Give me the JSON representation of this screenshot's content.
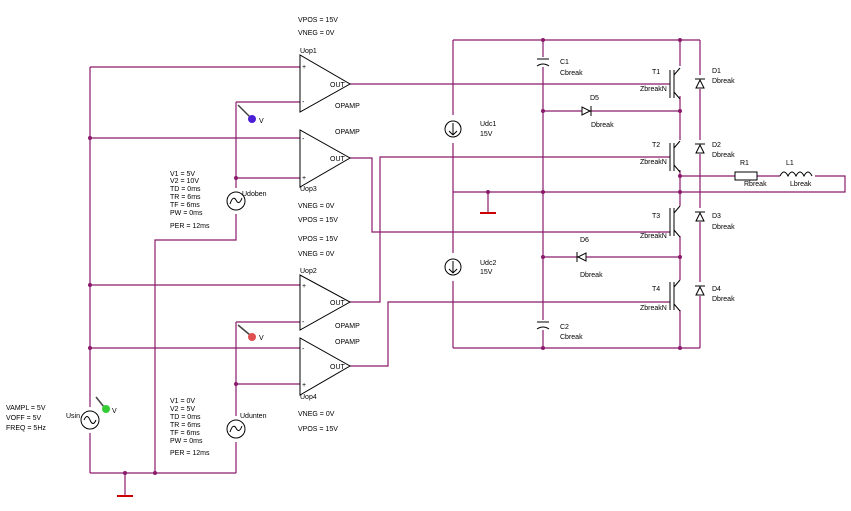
{
  "opamps": {
    "uop1": {
      "ref": "Uop1",
      "model": "OPAMP",
      "vpos": "VPOS = 15V",
      "vneg": "VNEG = 0V"
    },
    "uop3": {
      "ref": "Uop3",
      "model": "OPAMP",
      "vpos": "VPOS = 15V",
      "vneg": "VNEG = 0V"
    },
    "uop2": {
      "ref": "Uop2",
      "model": "OPAMP",
      "vpos": "VPOS = 15V",
      "vneg": "VNEG = 0V"
    },
    "uop4": {
      "ref": "Uop4",
      "model": "OPAMP",
      "vpos": "VPOS = 15V",
      "vneg": "VNEG = 0V"
    },
    "pin_plus": "+",
    "pin_minus": "-",
    "pin_out": "OUT"
  },
  "sources": {
    "udoben": {
      "ref": "Udoben",
      "params": [
        "V1 = 5V",
        "V2 = 10V",
        "TD = 0ms",
        "TR = 6ms",
        "TF = 6ms",
        "PW = 0ms",
        "PER = 12ms"
      ]
    },
    "udunten": {
      "ref": "Udunten",
      "params": [
        "V1 = 0V",
        "V2 = 5V",
        "TD = 0ms",
        "TR = 6ms",
        "TF = 6ms",
        "PW = 0ms",
        "PER = 12ms"
      ]
    },
    "usin": {
      "ref": "Usin",
      "params": [
        "VAMPL = 5V",
        "VOFF = 5V",
        "FREQ = 5Hz"
      ]
    },
    "udc1": {
      "ref": "Udc1",
      "value": "15V"
    },
    "udc2": {
      "ref": "Udc2",
      "value": "15V"
    }
  },
  "switches": {
    "t1": {
      "ref": "T1",
      "model": "ZbreakN"
    },
    "t2": {
      "ref": "T2",
      "model": "ZbreakN"
    },
    "t3": {
      "ref": "T3",
      "model": "ZbreakN"
    },
    "t4": {
      "ref": "T4",
      "model": "ZbreakN"
    }
  },
  "diodes": {
    "d1": {
      "ref": "D1",
      "model": "Dbreak"
    },
    "d2": {
      "ref": "D2",
      "model": "Dbreak"
    },
    "d3": {
      "ref": "D3",
      "model": "Dbreak"
    },
    "d4": {
      "ref": "D4",
      "model": "Dbreak"
    },
    "d5": {
      "ref": "D5",
      "model": "Dbreak"
    },
    "d6": {
      "ref": "D6",
      "model": "Dbreak"
    }
  },
  "capacitors": {
    "c1": {
      "ref": "C1",
      "model": "Cbreak"
    },
    "c2": {
      "ref": "C2",
      "model": "Cbreak"
    }
  },
  "passives": {
    "r1": {
      "ref": "R1",
      "model": "Rbreak"
    },
    "l1": {
      "ref": "L1",
      "model": "Lbreak"
    }
  },
  "probes": {
    "label": "V",
    "colors": {
      "violet": "#4b1fd6",
      "red": "#e05050",
      "green": "#33cc33"
    }
  },
  "colors": {
    "wire": "#8b1a6b",
    "ground": "#cc0000",
    "component": "#000000"
  }
}
